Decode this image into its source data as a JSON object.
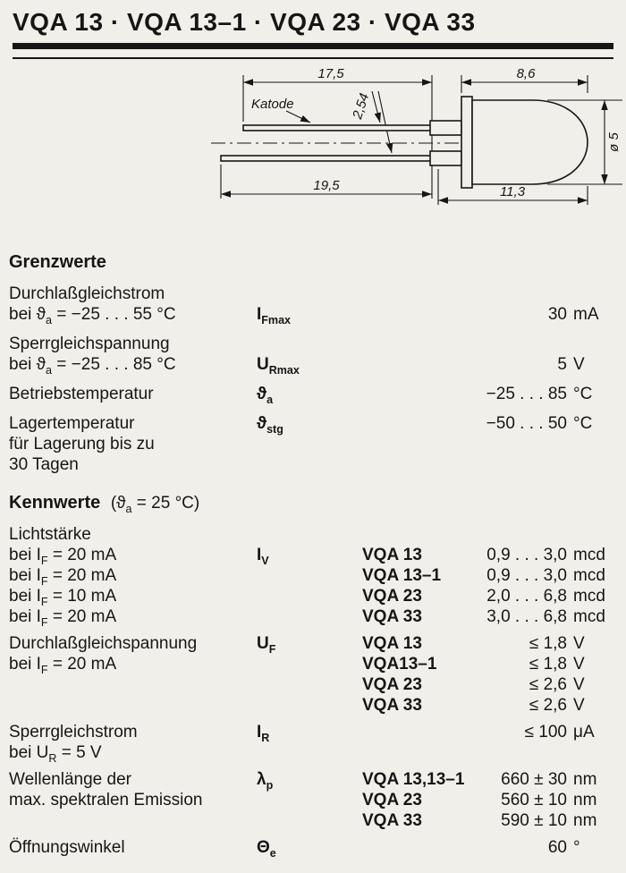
{
  "page": {
    "background": "#f1efe9",
    "ink": "#161616"
  },
  "header": {
    "title": "VQA 13 · VQA 13–1 · VQA 23 · VQA 33"
  },
  "drawing": {
    "katode_label": "Katode",
    "dim_lead_length_top": "17,5",
    "dim_body_length": "8,6",
    "dim_lead_pitch": "2,54",
    "dim_lead_length_bottom": "19,5",
    "dim_body_total": "11,3",
    "dim_diameter": "ø 5"
  },
  "grenzwerte": {
    "heading": "Grenzwerte",
    "rows": [
      {
        "label_lines": [
          [
            {
              "t": "Durchlaßgleichstrom"
            }
          ],
          [
            {
              "t": "bei ϑ"
            },
            {
              "t": "a",
              "s": 1
            },
            {
              "t": " = −25 . . . 55 °C"
            }
          ]
        ],
        "symbol": [
          {
            "t": "I"
          },
          {
            "t": "Fmax",
            "s": 1
          }
        ],
        "entries": [
          {
            "type": "",
            "value": "30",
            "unit": "mA"
          }
        ]
      },
      {
        "label_lines": [
          [
            {
              "t": "Sperrgleichspannung"
            }
          ],
          [
            {
              "t": "bei ϑ"
            },
            {
              "t": "a",
              "s": 1
            },
            {
              "t": " = −25 . . . 85 °C"
            }
          ]
        ],
        "symbol": [
          {
            "t": "U"
          },
          {
            "t": "Rmax",
            "s": 1
          }
        ],
        "entries": [
          {
            "type": "",
            "value": "5",
            "unit": "V"
          }
        ]
      },
      {
        "label_lines": [
          [
            {
              "t": "Betriebstemperatur"
            }
          ]
        ],
        "symbol": [
          {
            "t": "ϑ"
          },
          {
            "t": "a",
            "s": 1
          }
        ],
        "entries": [
          {
            "type": "",
            "value": "−25 . . . 85",
            "unit": "°C"
          }
        ]
      },
      {
        "label_lines": [
          [
            {
              "t": "Lagertemperatur"
            }
          ],
          [
            {
              "t": "für Lagerung bis zu"
            }
          ],
          [
            {
              "t": "30 Tagen"
            }
          ]
        ],
        "symbol": [
          {
            "t": "ϑ"
          },
          {
            "t": "stg",
            "s": 1
          }
        ],
        "entries": [
          {
            "type": "",
            "value": "−50 . . . 50",
            "unit": "°C"
          }
        ]
      }
    ]
  },
  "kennwerte": {
    "heading": "Kennwerte",
    "heading_note": [
      {
        "t": "(ϑ"
      },
      {
        "t": "a",
        "s": 1
      },
      {
        "t": " = 25 °C)"
      }
    ],
    "blocks": [
      {
        "label_lines": [
          [
            {
              "t": "Lichtstärke"
            }
          ],
          [
            {
              "t": "bei I"
            },
            {
              "t": "F",
              "s": 1
            },
            {
              "t": " = 20 mA"
            }
          ],
          [
            {
              "t": "bei I"
            },
            {
              "t": "F",
              "s": 1
            },
            {
              "t": " = 20 mA"
            }
          ],
          [
            {
              "t": "bei I"
            },
            {
              "t": "F",
              "s": 1
            },
            {
              "t": " = 10 mA"
            }
          ],
          [
            {
              "t": "bei I"
            },
            {
              "t": "F",
              "s": 1
            },
            {
              "t": " = 20 mA"
            }
          ]
        ],
        "symbol": [
          {
            "t": "I"
          },
          {
            "t": "V",
            "s": 1
          }
        ],
        "entries": [
          {
            "type": "VQA 13",
            "value": "0,9 . . . 3,0",
            "unit": "mcd"
          },
          {
            "type": "VQA 13–1",
            "value": "0,9 . . . 3,0",
            "unit": "mcd"
          },
          {
            "type": "VQA 23",
            "value": "2,0 . . . 6,8",
            "unit": "mcd"
          },
          {
            "type": "VQA 33",
            "value": "3,0 . . . 6,8",
            "unit": "mcd"
          }
        ]
      },
      {
        "label_lines": [
          [
            {
              "t": "Durchlaßgleichspannung"
            }
          ],
          [
            {
              "t": "bei I"
            },
            {
              "t": "F",
              "s": 1
            },
            {
              "t": " = 20 mA"
            }
          ]
        ],
        "symbol": [
          {
            "t": "U"
          },
          {
            "t": "F",
            "s": 1
          }
        ],
        "entries": [
          {
            "type": "VQA 13",
            "value": "≤ 1,8",
            "unit": "V"
          },
          {
            "type": "VQA13–1",
            "value": "≤ 1,8",
            "unit": "V"
          },
          {
            "type": "VQA 23",
            "value": "≤ 2,6",
            "unit": "V"
          },
          {
            "type": "VQA 33",
            "value": "≤ 2,6",
            "unit": "V"
          }
        ]
      },
      {
        "label_lines": [
          [
            {
              "t": "Sperrgleichstrom"
            }
          ],
          [
            {
              "t": "bei U"
            },
            {
              "t": "R",
              "s": 1
            },
            {
              "t": " = 5 V"
            }
          ]
        ],
        "symbol": [
          {
            "t": "I"
          },
          {
            "t": "R",
            "s": 1
          }
        ],
        "entries": [
          {
            "type": "",
            "value": "≤ 100",
            "unit": "μA"
          }
        ]
      },
      {
        "label_lines": [
          [
            {
              "t": "Wellenlänge der"
            }
          ],
          [
            {
              "t": "max. spektralen Emission"
            }
          ]
        ],
        "symbol": [
          {
            "t": "λ"
          },
          {
            "t": "p",
            "s": 1
          }
        ],
        "entries": [
          {
            "type": "VQA 13,13–1",
            "value": "660 ± 30",
            "unit": "nm"
          },
          {
            "type": "VQA 23",
            "value": "560 ± 10",
            "unit": "nm"
          },
          {
            "type": "VQA 33",
            "value": "590 ± 10",
            "unit": "nm"
          }
        ]
      },
      {
        "label_lines": [
          [
            {
              "t": "Öffnungswinkel"
            }
          ]
        ],
        "symbol": [
          {
            "t": "Θ"
          },
          {
            "t": "e",
            "s": 1
          }
        ],
        "entries": [
          {
            "type": "",
            "value": "60",
            "unit": "°"
          }
        ]
      }
    ]
  }
}
